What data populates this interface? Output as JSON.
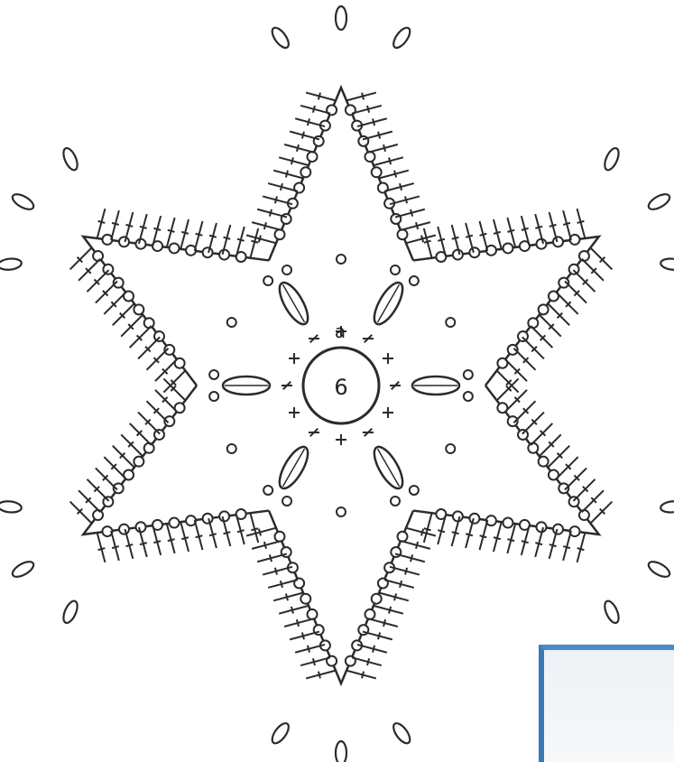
{
  "diagram": {
    "center_label": "6",
    "center_chain_mark": "a",
    "rounds": 6,
    "petals": 6,
    "ink_color": "#2b2b2b",
    "paper_color": "#ffffff"
  },
  "corner_card": {
    "accent_color": "#3c78b4"
  }
}
